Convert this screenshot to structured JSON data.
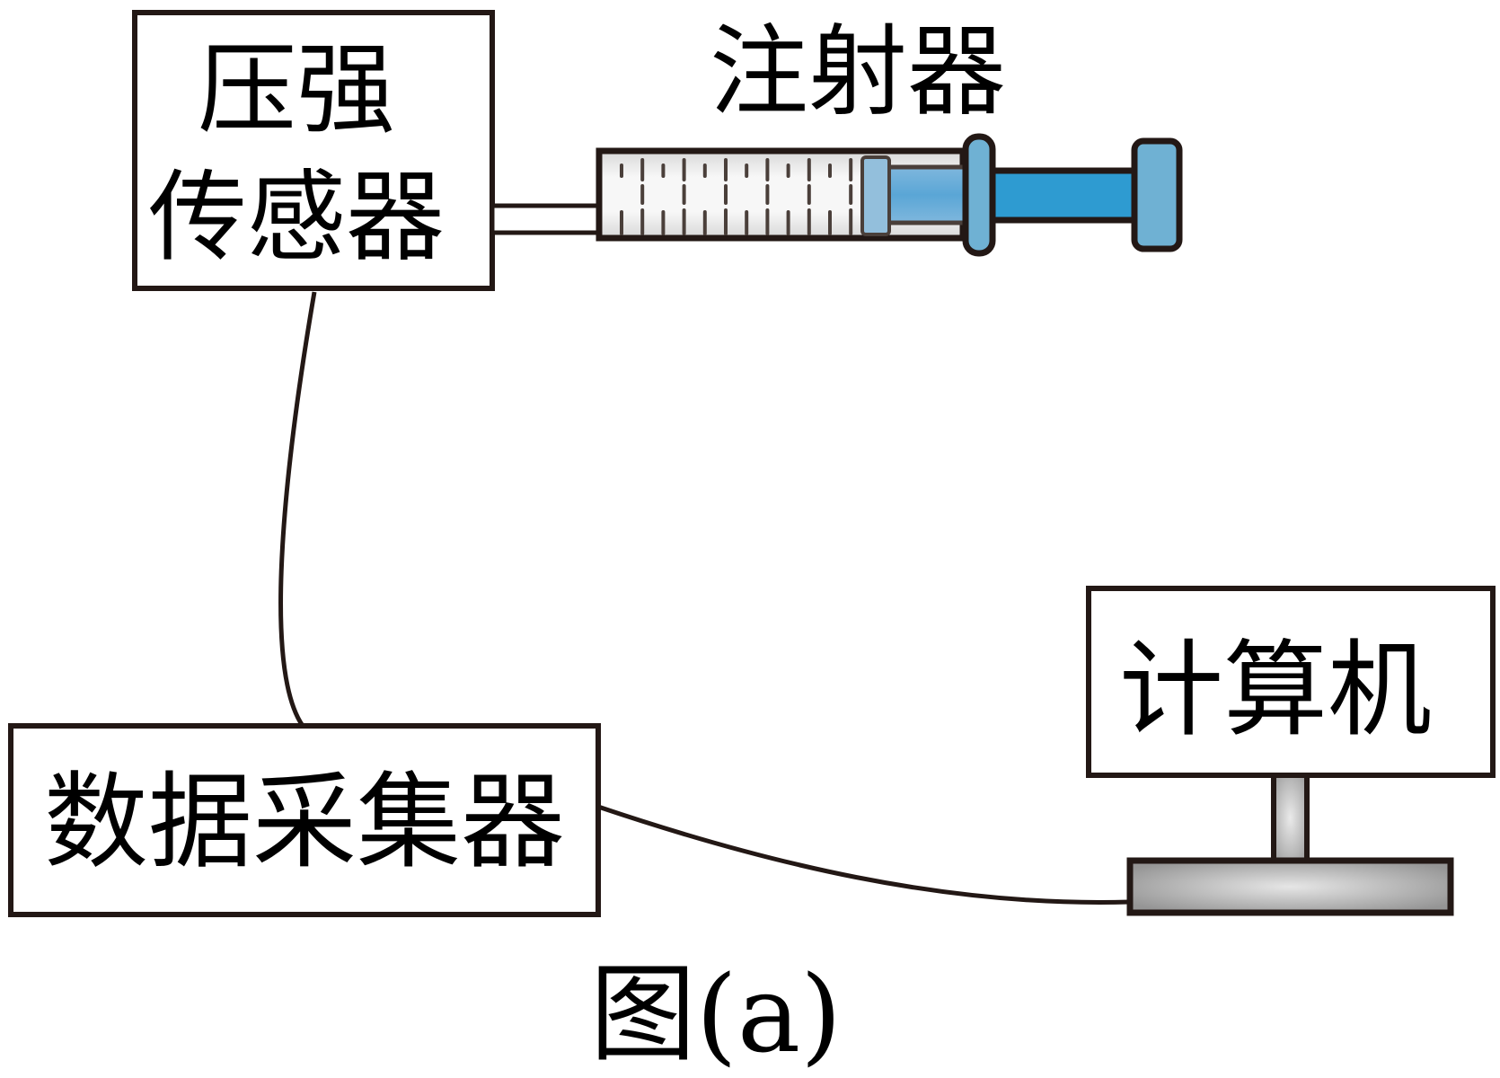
{
  "diagram": {
    "caption": "图(a)",
    "nodes": {
      "pressure_sensor": {
        "line1": "压强",
        "line2": "传感器"
      },
      "syringe": {
        "label": "注射器"
      },
      "data_collector": {
        "label": "数据采集器"
      },
      "computer": {
        "label": "计算机"
      }
    },
    "connections": [
      {
        "from": "syringe",
        "to": "pressure_sensor"
      },
      {
        "from": "pressure_sensor",
        "to": "data_collector"
      },
      {
        "from": "data_collector",
        "to": "computer"
      }
    ],
    "colors": {
      "outline": "#231815",
      "plunger_blue": "#2e9bd1",
      "plunger_light_blue": "#6fb1d3",
      "barrel_fill": "#e8e8e8",
      "stand_gray": "#9a9a9a"
    }
  }
}
